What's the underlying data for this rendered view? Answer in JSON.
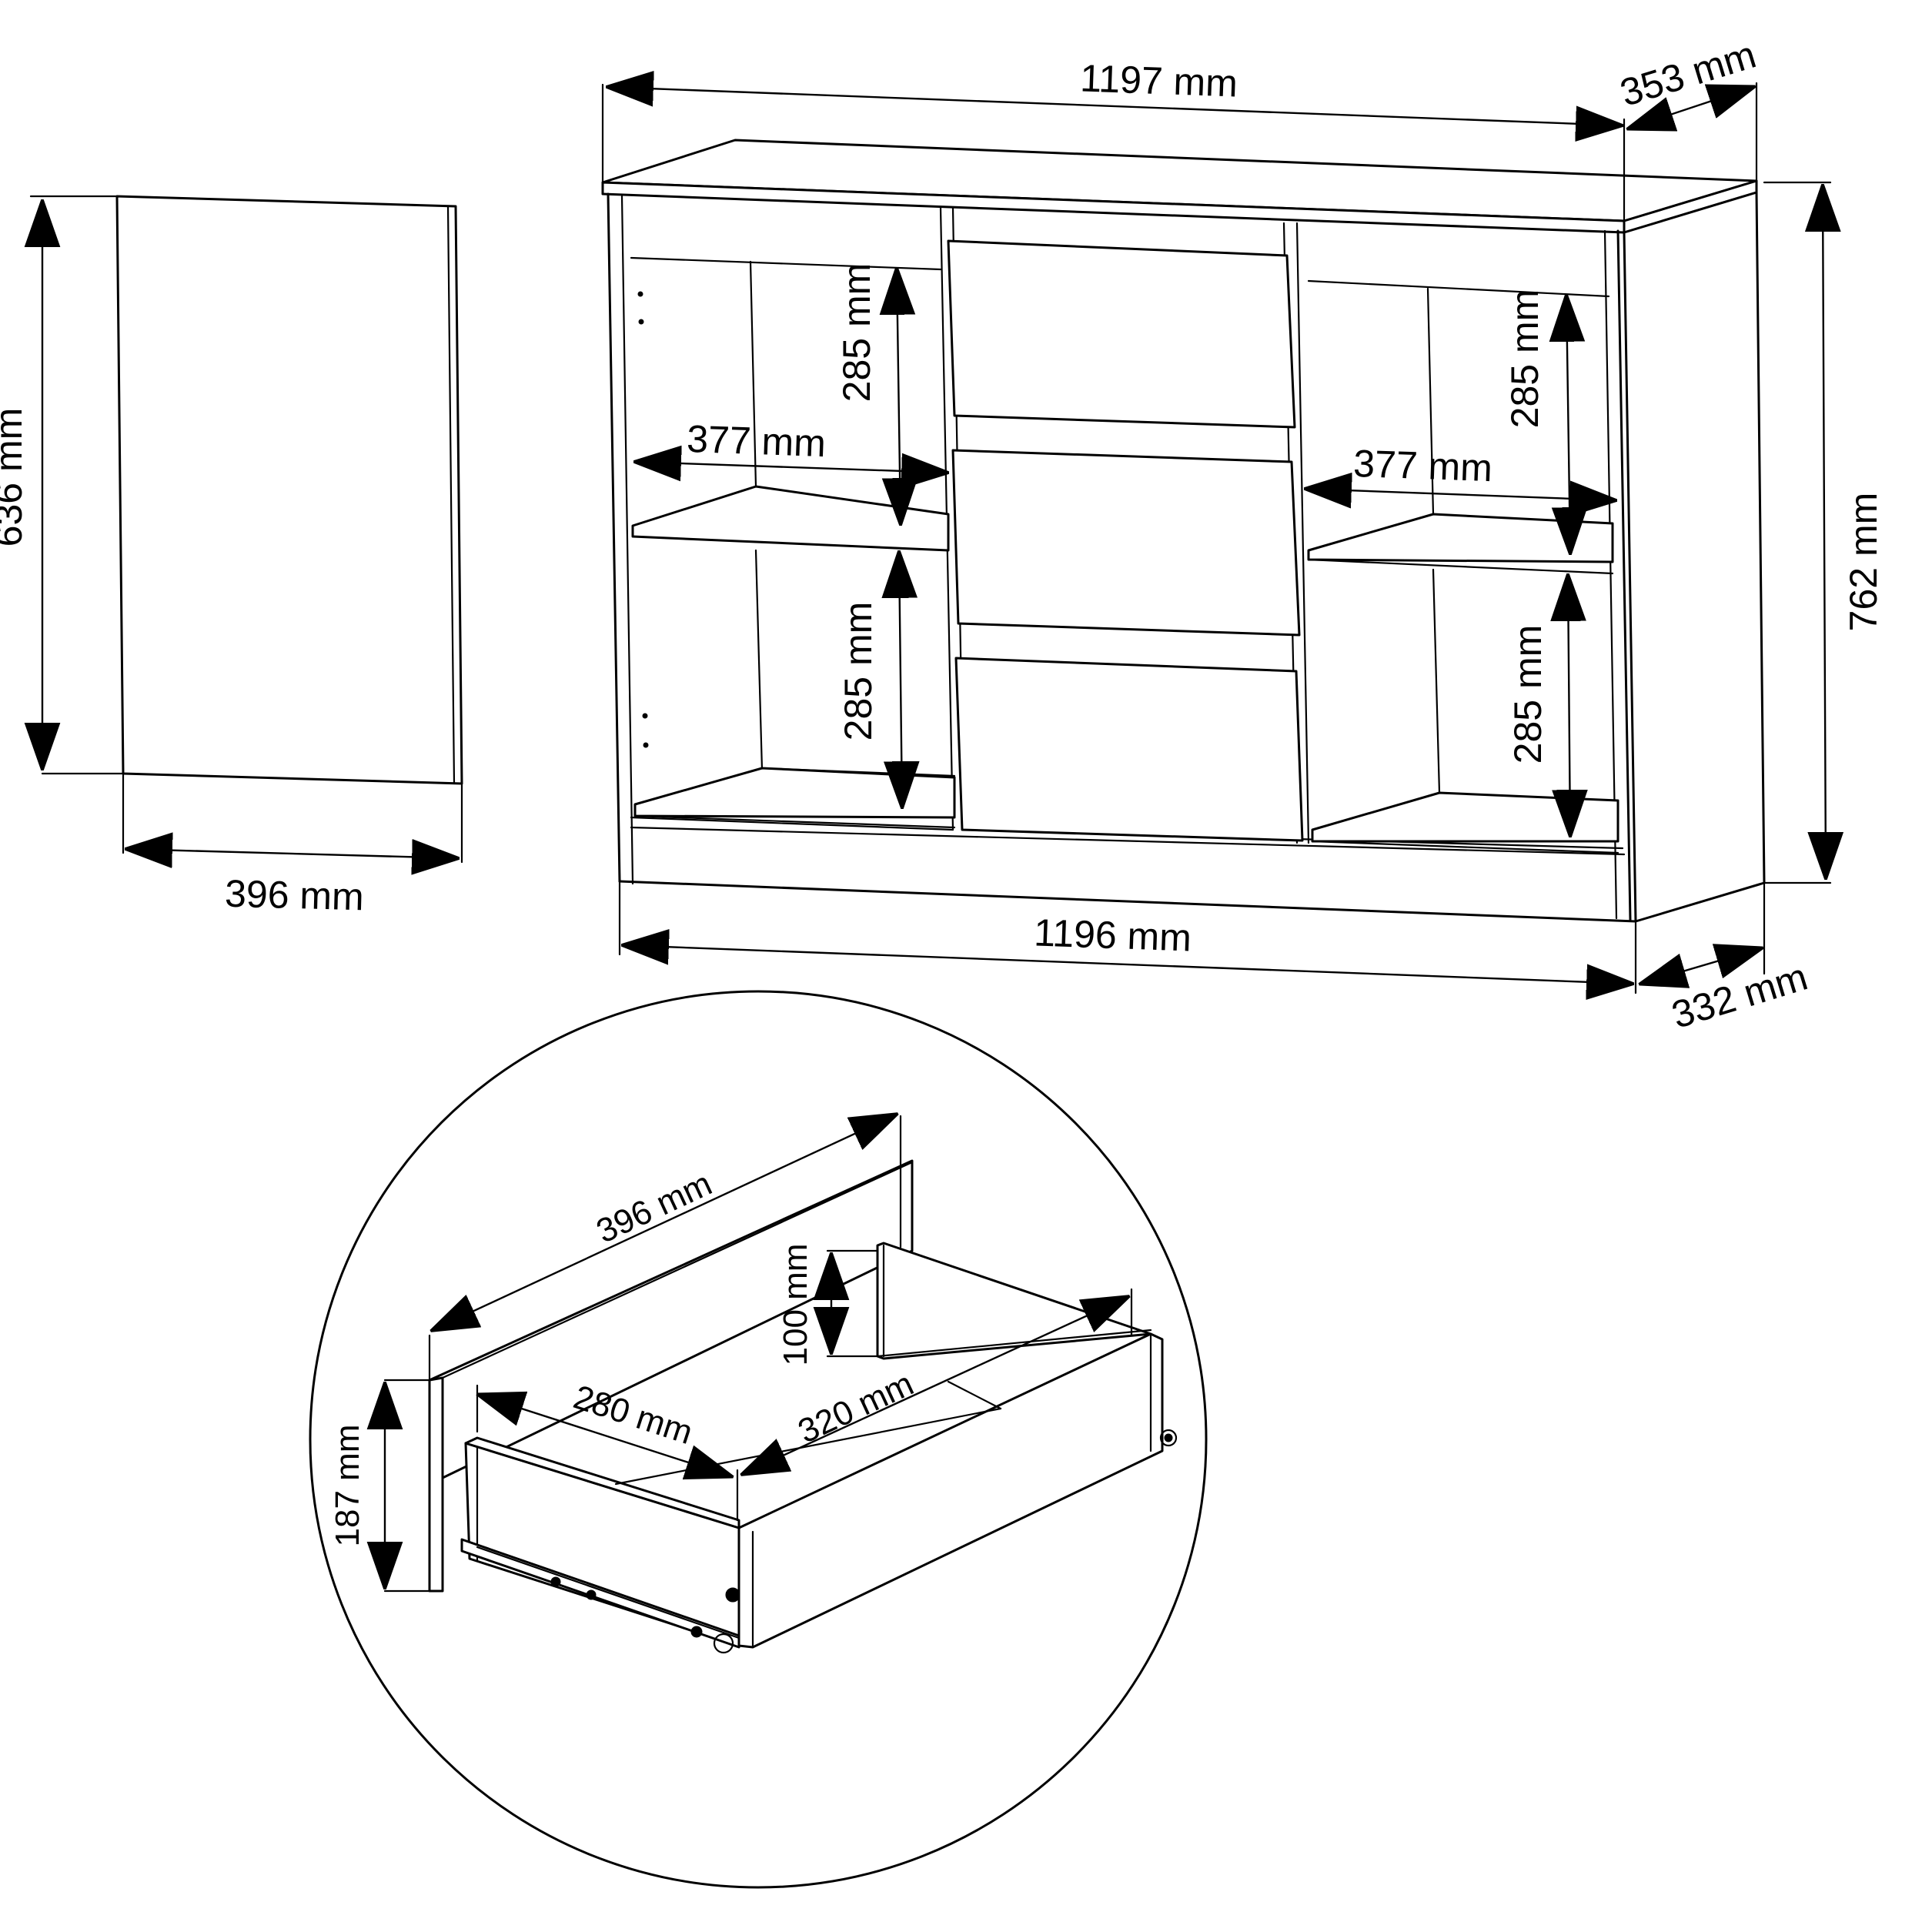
{
  "dimensions": {
    "door_height": "636 mm",
    "door_width": "396 mm",
    "top_width": "1197 mm",
    "top_depth": "353 mm",
    "left_upper_compartment_height": "285 mm",
    "left_lower_compartment_height": "285 mm",
    "left_shelf_width": "377 mm",
    "right_upper_compartment_height": "285 mm",
    "right_lower_compartment_height": "285 mm",
    "right_shelf_width": "377 mm",
    "total_height": "762 mm",
    "base_width": "1196 mm",
    "base_depth": "332 mm",
    "drawer_front_width": "396 mm",
    "drawer_front_height": "187 mm",
    "drawer_inner_height": "100 mm",
    "drawer_inner_width": "280 mm",
    "drawer_inner_depth": "320 mm"
  },
  "colors": {
    "line": "#000000",
    "background": "#ffffff"
  }
}
